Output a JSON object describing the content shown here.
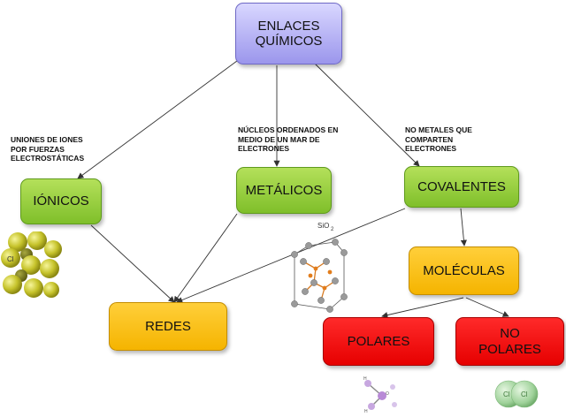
{
  "nodes": {
    "root": "ENLACES\nQUÍMICOS",
    "ionicos": "IÓNICOS",
    "metalicos": "METÁLICOS",
    "covalentes": "COVALENTES",
    "redes": "REDES",
    "moleculas": "MOLÉCULAS",
    "polares": "POLARES",
    "no_polares": "NO\nPOLARES"
  },
  "notes": {
    "ionicos": "UNIONES DE IONES\nPOR FUERZAS\nELECTROSTÁTICAS",
    "metalicos": "NÚCLEOS ORDENADOS EN\nMEDIO DE  UN MAR DE\nELECTRONES",
    "covalentes": "NO METALES QUE\nCOMPARTEN\nELECTRONES"
  },
  "image_labels": {
    "sio2": "SiO",
    "sio2_sub": "2",
    "nacl_cl": "Cl",
    "h2o_h1": "H",
    "h2o_o": "O",
    "h2o_h2": "H",
    "cl2_a": "Cl",
    "cl2_b": "Cl"
  },
  "colors": {
    "root": "#aaa6f0",
    "green": "#92cc3c",
    "orange": "#f7bb00",
    "red": "#ff0000",
    "arrow": "#333333"
  }
}
